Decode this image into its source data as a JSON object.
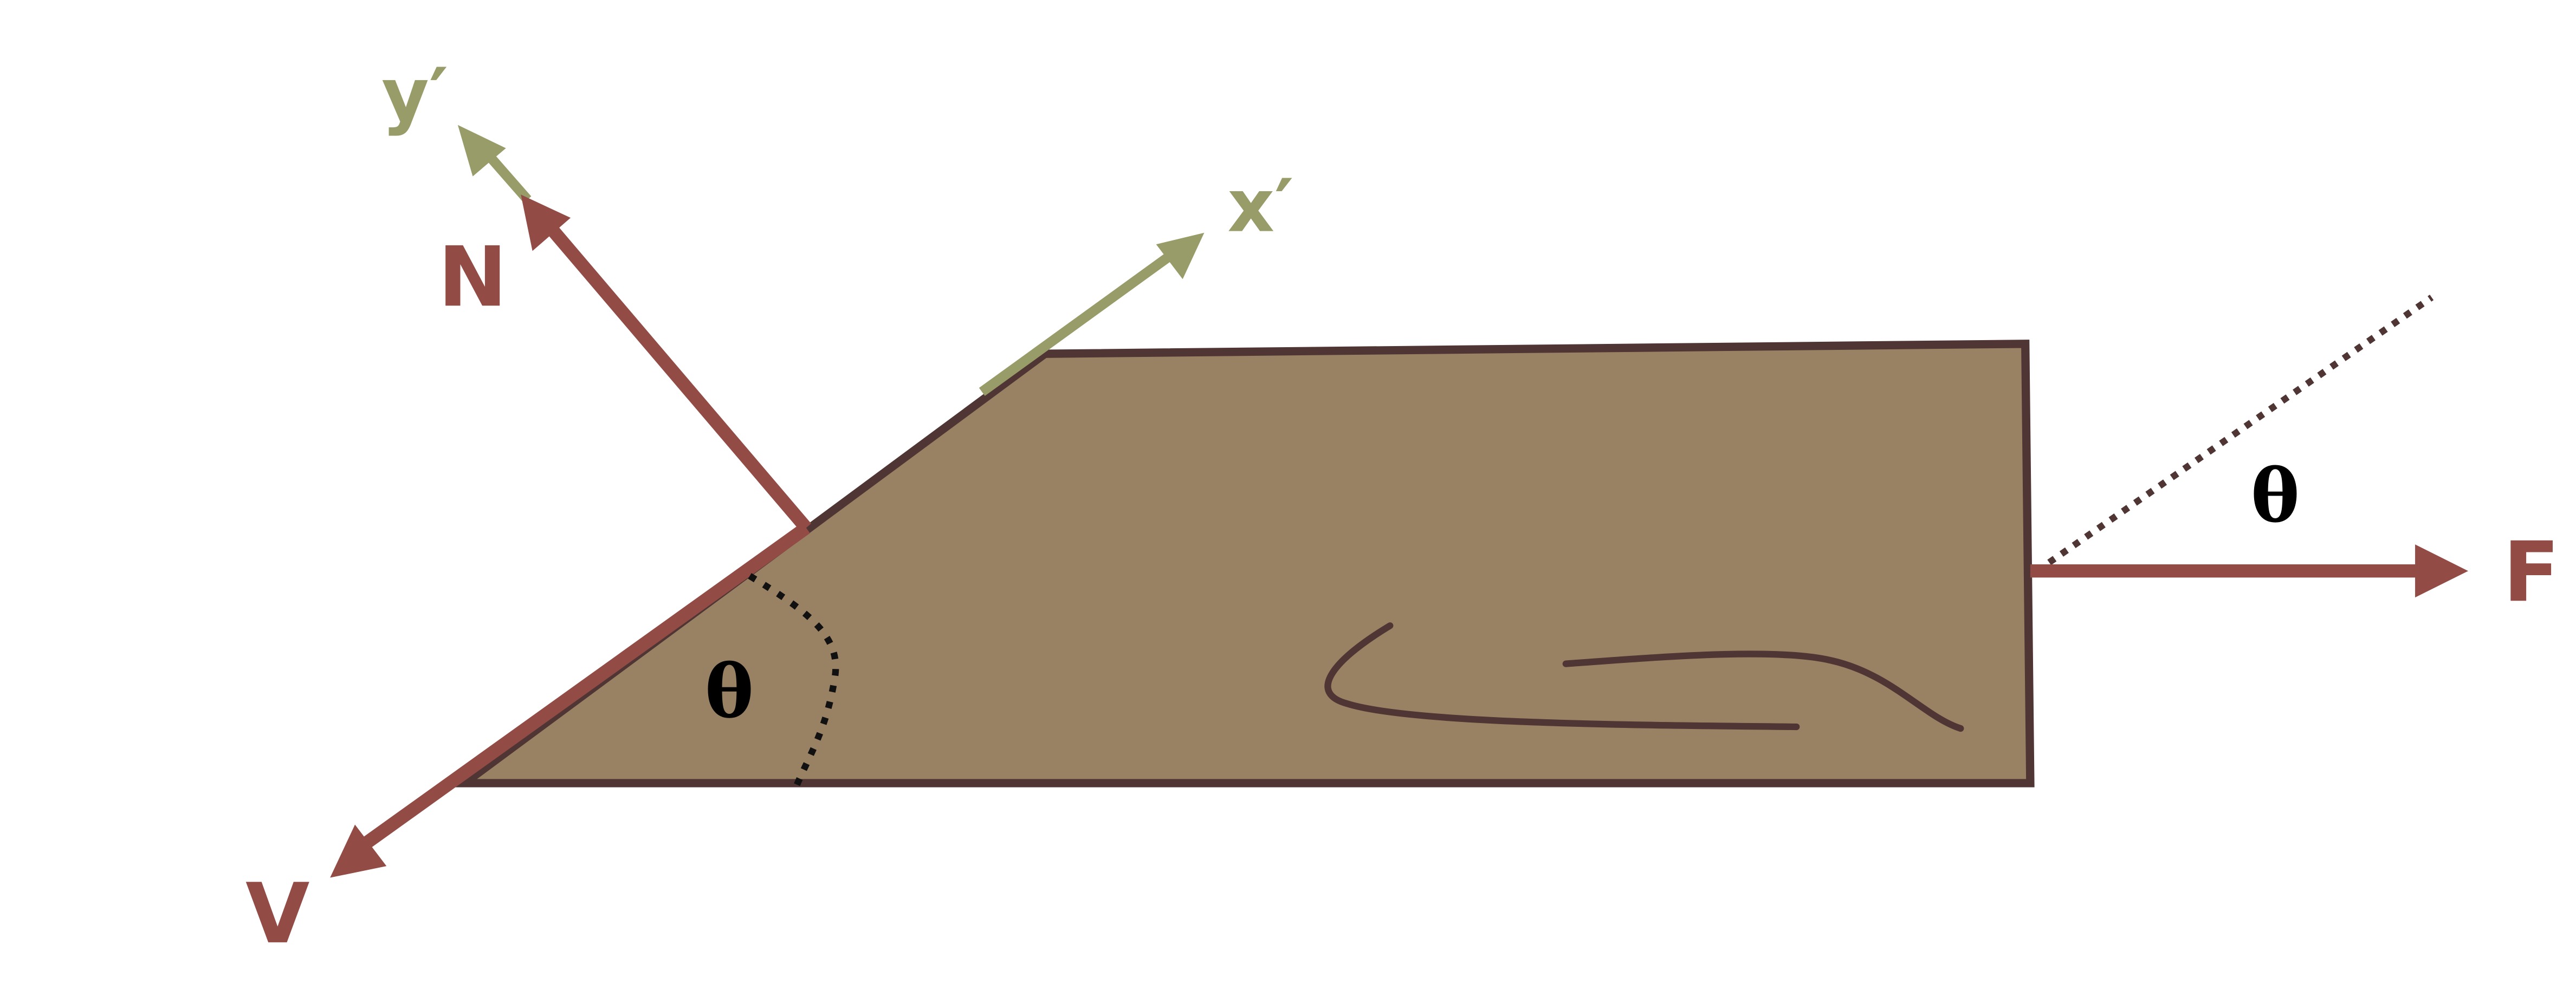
{
  "labels": {
    "y_prime": "y′",
    "x_prime": "x′",
    "normal_force": "N",
    "shear_force": "V",
    "applied_force": "F",
    "angle_cut": "θ",
    "angle_force": "θ"
  },
  "colors": {
    "block_fill": "#998163",
    "block_outline": "#4f3533",
    "force_arrow": "#934c45",
    "axis_arrow": "#989c68",
    "dotted_line": "#111111",
    "dotted_reference": "#4f3533",
    "theta_text": "#000000",
    "background": "#ffffff"
  },
  "icons": {
    "break_mark": "wood-grain-break-lines"
  }
}
